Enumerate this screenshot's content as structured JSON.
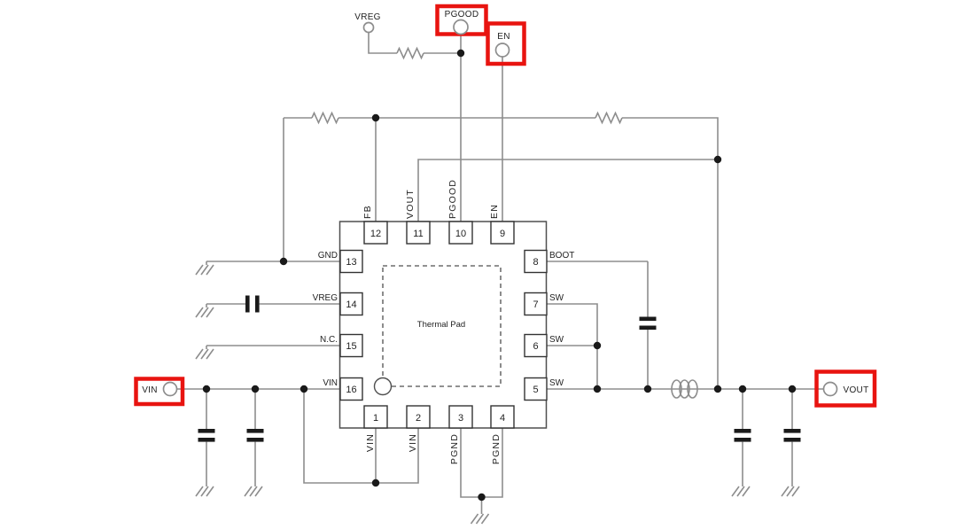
{
  "colors": {
    "wire": "#8d8d8d",
    "component": "#1a1a1a",
    "outline": "#4f4f4f",
    "text": "#1f1f1f",
    "highlight": "#e81410",
    "background": "#ffffff"
  },
  "ic": {
    "thermal_pad_label": "Thermal Pad",
    "pins_top": [
      {
        "num": "12",
        "name": "FB"
      },
      {
        "num": "11",
        "name": "VOUT"
      },
      {
        "num": "10",
        "name": "PGOOD"
      },
      {
        "num": "9",
        "name": "EN"
      }
    ],
    "pins_left": [
      {
        "num": "13",
        "name": "GND"
      },
      {
        "num": "14",
        "name": "VREG"
      },
      {
        "num": "15",
        "name": "N.C."
      },
      {
        "num": "16",
        "name": "VIN"
      }
    ],
    "pins_right": [
      {
        "num": "8",
        "name": "BOOT"
      },
      {
        "num": "7",
        "name": "SW"
      },
      {
        "num": "6",
        "name": "SW"
      },
      {
        "num": "5",
        "name": "SW"
      }
    ],
    "pins_bottom": [
      {
        "num": "1",
        "name": "VIN"
      },
      {
        "num": "2",
        "name": "VIN"
      },
      {
        "num": "3",
        "name": "PGND"
      },
      {
        "num": "4",
        "name": "PGND"
      }
    ]
  },
  "terminals": {
    "vreg": {
      "label": "VREG",
      "highlighted": false
    },
    "pgood": {
      "label": "PGOOD",
      "highlighted": true
    },
    "en": {
      "label": "EN",
      "highlighted": true
    },
    "vin": {
      "label": "VIN",
      "highlighted": true
    },
    "vout": {
      "label": "VOUT",
      "highlighted": true
    }
  }
}
